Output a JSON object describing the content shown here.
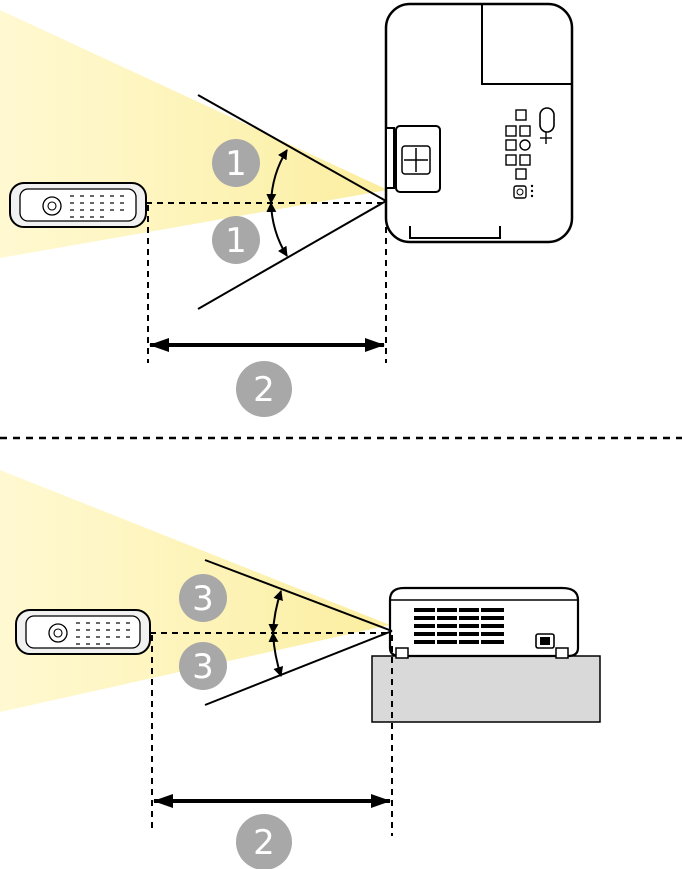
{
  "labels": {
    "angle_horizontal": "1",
    "distance": "2",
    "angle_vertical": "3"
  },
  "colors": {
    "beam": "#fdf4b0",
    "beam_core": "#fff9d6",
    "line": "#000000",
    "badge": "#a8a8a8",
    "badge_text": "#ffffff",
    "device_fill": "#ffffff",
    "remote_fill": "#f1f1f1",
    "table_fill": "#d9d9d9"
  },
  "icons": {
    "top_device": "projector-top-view-icon",
    "side_device": "projector-side-view-icon",
    "remote": "remote-control-icon",
    "table": "table-icon"
  }
}
